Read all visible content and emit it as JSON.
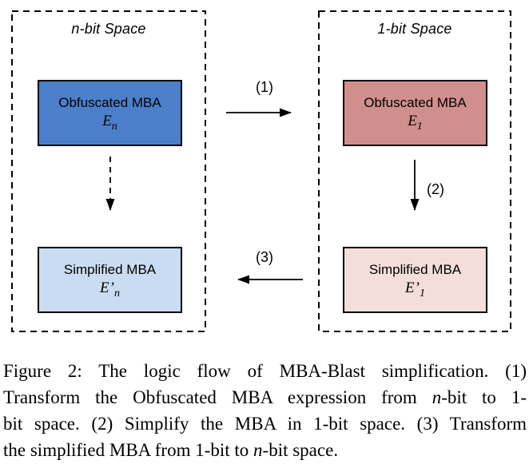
{
  "diagram": {
    "left_region": {
      "title": "n-bit Space"
    },
    "right_region": {
      "title": "1-bit Space"
    },
    "boxes": {
      "obfuscated_n": {
        "title": "Obfuscated MBA",
        "var": "E",
        "prime": "",
        "sub": "n",
        "fill": "#4C7FC9"
      },
      "obfuscated_1": {
        "title": "Obfuscated MBA",
        "var": "E",
        "prime": "",
        "sub": "1",
        "fill": "#D08F8C"
      },
      "simplified_n": {
        "title": "Simplified MBA",
        "var": "E",
        "prime": "’",
        "sub": "n",
        "fill": "#CADCF1"
      },
      "simplified_1": {
        "title": "Simplified MBA",
        "var": "E",
        "prime": "’",
        "sub": "1",
        "fill": "#F3DEDC"
      }
    },
    "arrows": {
      "step1": {
        "label": "(1)"
      },
      "step2": {
        "label": "(2)"
      },
      "step3": {
        "label": "(3)"
      }
    },
    "colors": {
      "line": "#000000",
      "box_border": "#000000"
    }
  },
  "caption": {
    "line1": "Figure 2: The logic flow of MBA-Blast simplification. (1)",
    "line2": {
      "a": "Transform the Obfuscated MBA expression from ",
      "b": "n",
      "c": "-bit to 1-"
    },
    "line3": "bit space. (2) Simplify the MBA in 1-bit space. (3) Transform",
    "line4": {
      "a": "the simplified MBA from 1-bit to ",
      "b": "n",
      "c": "-bit space."
    }
  }
}
